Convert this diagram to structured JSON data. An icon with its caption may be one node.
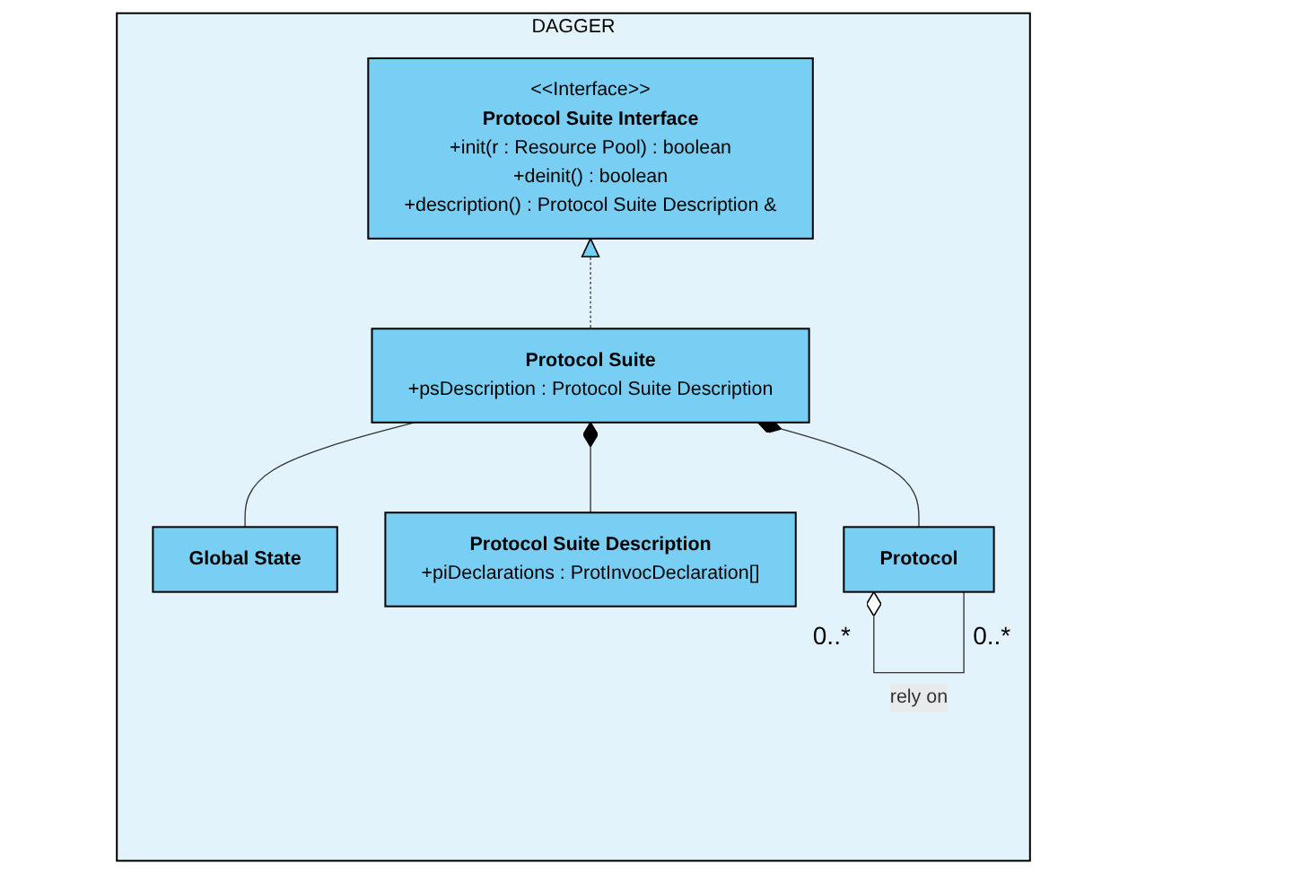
{
  "diagram": {
    "nodes": [
      {
        "text": [
          "DAGGER"
        ]
      },
      {
        "text": [
          "<<Interface>>",
          "Protocol Suite Interface",
          "+init(r : Resource Pool) : boolean",
          "+deinit() : boolean",
          "+description() : Protocol Suite Description &"
        ],
        "in": 0
      },
      {
        "text": [
          "Protocol Suite",
          "+psDescription : Protocol Suite Description"
        ],
        "in": 0
      },
      {
        "text": [
          "Global State"
        ],
        "in": 0
      },
      {
        "text": [
          "Protocol Suite Description",
          "+piDeclarations : ProtInvocDeclaration[]"
        ],
        "in": 0
      },
      {
        "text": [
          "Protocol"
        ],
        "in": 0
      }
    ],
    "edges": [
      {
        "from": 2,
        "to": 1,
        "arrow": "to",
        "style": "dashed"
      },
      {
        "from": 2,
        "to": 3,
        "arrow": "none"
      },
      {
        "from": 2,
        "to": 4,
        "arrow": "other"
      },
      {
        "from": 2,
        "to": 5,
        "arrow": "other"
      },
      {
        "from": 5,
        "to": 5,
        "arrow": "other",
        "label": "rely on"
      }
    ],
    "labels": [
      "0..*",
      "0..*"
    ]
  }
}
